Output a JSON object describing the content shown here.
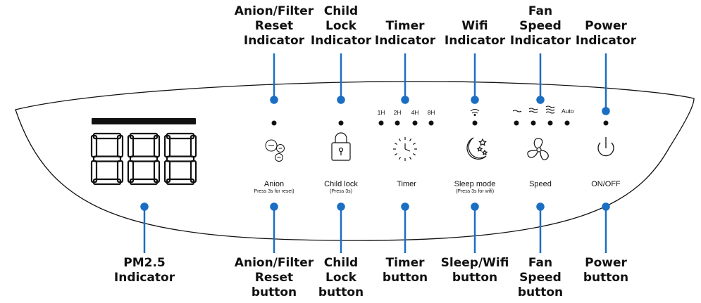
{
  "callouts_top": [
    {
      "id": "anion-filter-reset-indicator",
      "lines": [
        "Anion/Filter",
        "Reset",
        "Indicator"
      ]
    },
    {
      "id": "child-lock-indicator",
      "lines": [
        "Child",
        "Lock",
        "Indicator"
      ]
    },
    {
      "id": "timer-indicator",
      "lines": [
        "Timer",
        "Indicator"
      ]
    },
    {
      "id": "wifi-indicator",
      "lines": [
        "Wifi",
        "Indicator"
      ]
    },
    {
      "id": "fan-speed-indicator",
      "lines": [
        "Fan",
        "Speed",
        "Indicator"
      ]
    },
    {
      "id": "power-indicator",
      "lines": [
        "Power",
        "Indicator"
      ]
    }
  ],
  "callouts_bottom": [
    {
      "id": "pm25-indicator",
      "lines": [
        "PM2.5",
        "Indicator"
      ]
    },
    {
      "id": "anion-filter-reset-button",
      "lines": [
        "Anion/Filter",
        "Reset",
        "button"
      ]
    },
    {
      "id": "child-lock-button",
      "lines": [
        "Child",
        "Lock",
        "button"
      ]
    },
    {
      "id": "timer-button",
      "lines": [
        "Timer",
        "button"
      ]
    },
    {
      "id": "sleep-wifi-button",
      "lines": [
        "Sleep/Wifi",
        "button"
      ]
    },
    {
      "id": "fan-speed-button",
      "lines": [
        "Fan",
        "Speed",
        "button"
      ]
    },
    {
      "id": "power-button",
      "lines": [
        "Power",
        "button"
      ]
    }
  ],
  "panel": {
    "display_icon": "seven-segment-display-888",
    "buttons": [
      {
        "id": "anion",
        "icon": "anion-ions-icon",
        "label": "Anion",
        "sublabel": "Press 3s for reset)"
      },
      {
        "id": "child-lock",
        "icon": "padlock-icon",
        "label": "Child lock",
        "sublabel": "(Press 3s)"
      },
      {
        "id": "timer",
        "icon": "clock-icon",
        "label": "Timer",
        "sublabel": ""
      },
      {
        "id": "sleep",
        "icon": "moon-stars-icon",
        "label": "Sleep  mode",
        "sublabel": "(Press 3s for wifi)"
      },
      {
        "id": "speed",
        "icon": "fan-icon",
        "label": "Speed",
        "sublabel": ""
      },
      {
        "id": "power",
        "icon": "power-icon",
        "label": "ON/OFF",
        "sublabel": ""
      }
    ],
    "timer_options": [
      "1H",
      "2H",
      "4H",
      "8H"
    ],
    "fan_speed_levels": [
      "low-wave-icon",
      "medium-wave-icon",
      "high-wave-icon",
      "Auto"
    ],
    "wifi_icon": "wifi-icon"
  },
  "colors": {
    "callout_line": "#1a6fc2",
    "outline": "#111111",
    "text": "#111111"
  }
}
